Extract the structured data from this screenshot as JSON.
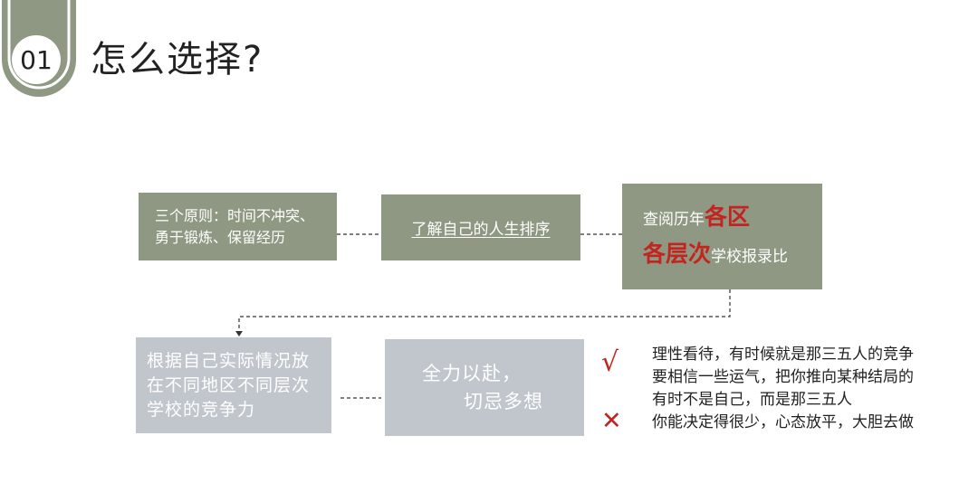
{
  "header": {
    "number": "01",
    "title": "怎么选择?"
  },
  "colors": {
    "olive": "#8f9882",
    "grey": "#c1c6cd",
    "accent_red": "#c3241f"
  },
  "flow": {
    "principles": {
      "line1": "三个原则：时间不冲突、",
      "line2": "勇于锻炼、保留经历"
    },
    "understand_self": "了解自己的人生排序",
    "review": {
      "prefix": "查阅历年",
      "highlight1": "各区",
      "highlight2": "各层次",
      "suffix": "学校报录比"
    },
    "compete": {
      "line1": "根据自己实际情况放",
      "line2": "在不同地区不同层次",
      "line3": "学校的竞争力"
    },
    "all_out": {
      "line1": "全力以赴，",
      "line2": "切忌多想"
    }
  },
  "notes": {
    "check_mark": "√",
    "cross_mark": "✕",
    "lines": [
      "理性看待，有时候就是那三五人的竞争",
      "要相信一些运气，把你推向某种结局的",
      "有时不是自己，而是那三五人",
      "你能决定得很少，心态放平，大胆去做"
    ]
  }
}
